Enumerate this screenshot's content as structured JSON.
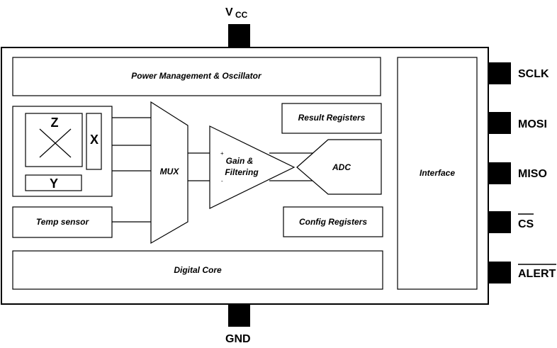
{
  "power_pins": {
    "vcc_main": "V",
    "vcc_sub": "CC",
    "gnd": "GND"
  },
  "blocks": {
    "power_management": "Power Management & Oscillator",
    "result_registers": "Result Registers",
    "config_registers": "Config Registers",
    "temp_sensor": "Temp sensor",
    "digital_core": "Digital Core",
    "interface": "Interface",
    "mux": "MUX",
    "gain_line1": "Gain &",
    "gain_line2": "Filtering",
    "gain_plus": "+",
    "gain_minus": "-",
    "adc": "ADC"
  },
  "sensor_axes": {
    "z": "Z",
    "x": "X",
    "y": "Y"
  },
  "io_pins": {
    "sclk": "SCLK",
    "mosi": "MOSI",
    "miso": "MISO",
    "cs": "CS",
    "alert": "ALERT"
  }
}
